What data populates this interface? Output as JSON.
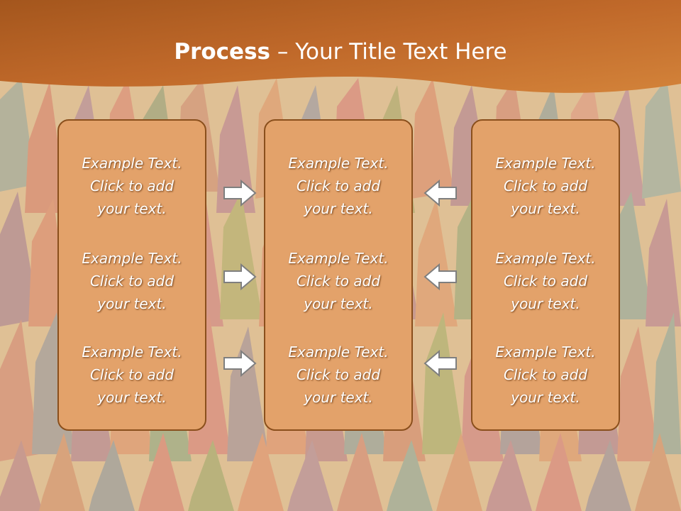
{
  "slide": {
    "title_bold": "Process",
    "title_rest": " – Your Title Text Here",
    "boxes": [
      {
        "items": [
          {
            "line1": "Example Text.",
            "line2": "Click  to add",
            "line3": "your text."
          },
          {
            "line1": "Example Text.",
            "line2": "Click  to add",
            "line3": "your text."
          },
          {
            "line1": "Example Text.",
            "line2": "Click  to add",
            "line3": "your text."
          }
        ]
      },
      {
        "items": [
          {
            "line1": "Example Text.",
            "line2": "Click  to add",
            "line3": "your text."
          },
          {
            "line1": "Example Text.",
            "line2": "Click  to add",
            "line3": "your text."
          },
          {
            "line1": "Example Text.",
            "line2": "Click  to add",
            "line3": "your text."
          }
        ]
      },
      {
        "items": [
          {
            "line1": "Example Text.",
            "line2": "Click  to add",
            "line3": "your text."
          },
          {
            "line1": "Example Text.",
            "line2": "Click  to add",
            "line3": "your text."
          },
          {
            "line1": "Example Text.",
            "line2": "Click  to add",
            "line3": "your text."
          }
        ]
      }
    ],
    "arrow_icons": [
      "arrow-right-icon",
      "arrow-left-icon"
    ]
  },
  "colors": {
    "header_orange": "#c5712c",
    "box_fill": "#e3a26a",
    "box_border": "#8a4f1c",
    "text": "#ffffff"
  }
}
